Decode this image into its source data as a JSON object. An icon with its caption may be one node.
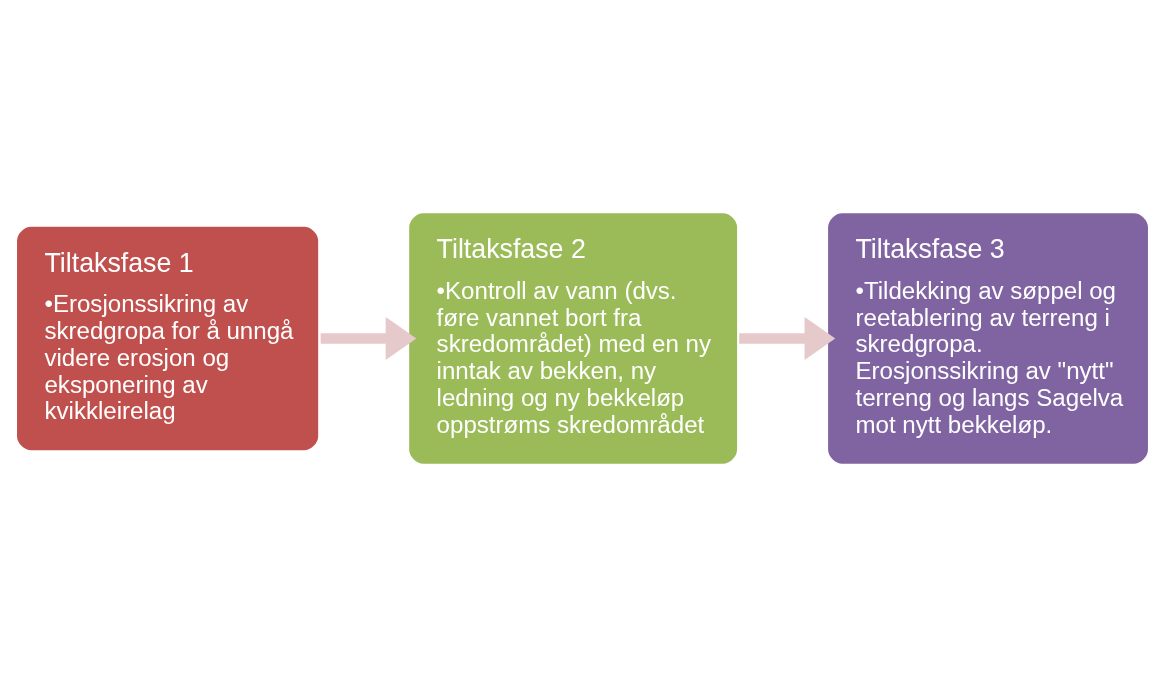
{
  "diagram": {
    "nodes": [
      {
        "text": [
          "Tiltaksfase 1",
          "•Erosjonssikring av skredgropa for å unngå videre erosjon og eksponering av kvikkleirelag"
        ]
      },
      {
        "text": [
          "Tiltaksfase 2",
          "•Kontroll av vann (dvs. føre vannet bort fra skredområdet) med en ny inntak av bekken, ny ledning og ny bekkeløp oppstrøms skredområdet"
        ]
      },
      {
        "text": [
          "Tiltaksfase 3",
          "•Tildekking av søppel og reetablering av terreng i skredgropa. Erosjonssikring av \"nytt\" terreng og langs Sagelva mot nytt bekkeløp."
        ]
      }
    ],
    "edges": [
      {
        "from": 0,
        "to": 1,
        "arrow": "to"
      },
      {
        "from": 1,
        "to": 2,
        "arrow": "to"
      }
    ]
  }
}
